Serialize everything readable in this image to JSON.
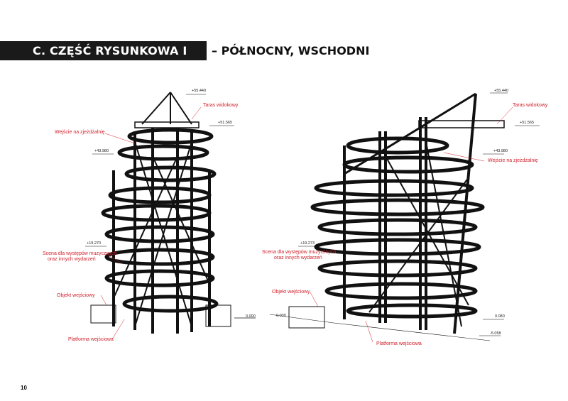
{
  "header": {
    "section_title": "C. CZĘŚĆ RYSUNKOWA I GRAFICZNA",
    "subtitle": "– PÓŁNOCNY, WSCHODNI"
  },
  "page_number": "10",
  "left_drawing": {
    "labels": {
      "terrace": "Taras widokowy",
      "slide_entry": "Wejście na zjeżdżalnię",
      "stage": "Scena dla występów muzycznych",
      "stage2": "oraz innych wydarzeń",
      "entry_building": "Objekt wejściowy",
      "entry_platform": "Platforma wejściowa"
    },
    "levels": {
      "top": "+55.440",
      "terrace": "+51.565",
      "slide": "+43.980",
      "stage": "+19.270",
      "ground": "0.000"
    }
  },
  "right_drawing": {
    "labels": {
      "terrace": "Taras widokowy",
      "slide_entry": "Wejście na zjeżdżalnię",
      "stage": "Scena dla występów muzycznych",
      "stage2": "oraz innych wydarzeń",
      "entry_building": "Objekt wejściowy",
      "entry_platform": "Platforma wejściowa"
    },
    "levels": {
      "top": "+55.440",
      "terrace": "+51.565",
      "slide": "+43.980",
      "stage": "+19.273",
      "ground_left": "0.000",
      "ground_right": "0.080",
      "base": "-5.058"
    }
  },
  "colors": {
    "label": "#d0202a",
    "bar": "#1a1a1a"
  }
}
